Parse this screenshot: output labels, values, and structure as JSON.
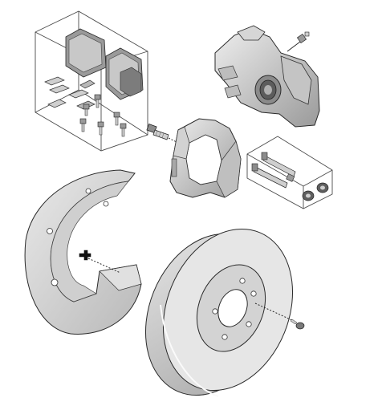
{
  "diagram": {
    "kind": "exploded-parts-illustration",
    "text_labels": [],
    "colors": {
      "background": "#ffffff",
      "part_light": "#dcdcdc",
      "part_mid": "#bdbdbd",
      "part_dark": "#8c8c8c",
      "outline": "#2a2a2a"
    },
    "parts": [
      {
        "id": "brake-pad-kit",
        "icon": "brake-pad-set-icon"
      },
      {
        "id": "brake-caliper",
        "icon": "caliper-icon"
      },
      {
        "id": "caliper-bracket",
        "icon": "caliper-bracket-icon"
      },
      {
        "id": "guide-bolt",
        "icon": "bolt-icon"
      },
      {
        "id": "guide-pin-kit",
        "icon": "guide-pin-kit-icon"
      },
      {
        "id": "backing-plate",
        "icon": "dust-shield-icon"
      },
      {
        "id": "shield-fastener",
        "icon": "cross-screw-icon"
      },
      {
        "id": "brake-disc",
        "icon": "brake-disc-icon"
      },
      {
        "id": "disc-retaining-screw",
        "icon": "screw-icon"
      }
    ]
  }
}
